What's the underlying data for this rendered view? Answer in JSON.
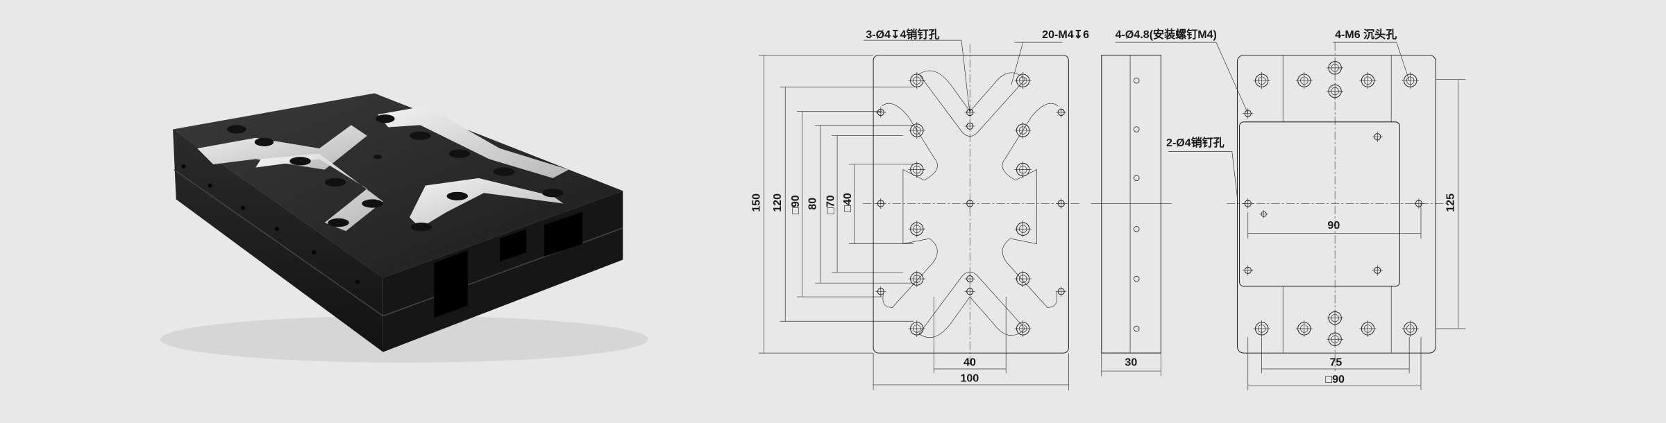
{
  "product_render": {
    "description_label": ""
  },
  "callouts": {
    "pin_holes": "3-Ø4↧4销钉孔",
    "threaded_holes": "20-M4↧6",
    "mount_holes": "4-Ø4.8(安装螺钉M4)",
    "counterbore_holes": "4-M6 沉头孔",
    "pin_holes_side": "2-Ø4销钉孔"
  },
  "front_view_dims": {
    "height_150": "150",
    "height_120": "120",
    "sq_90": "□90",
    "height_80": "80",
    "sq_70": "□70",
    "sq_40": "□40",
    "width_40": "40",
    "width_100": "100"
  },
  "side_view_dims": {
    "thickness": "30"
  },
  "bottom_view_dims": {
    "width_90": "90",
    "height_125": "125",
    "width_75": "75",
    "sq_90": "□90"
  }
}
